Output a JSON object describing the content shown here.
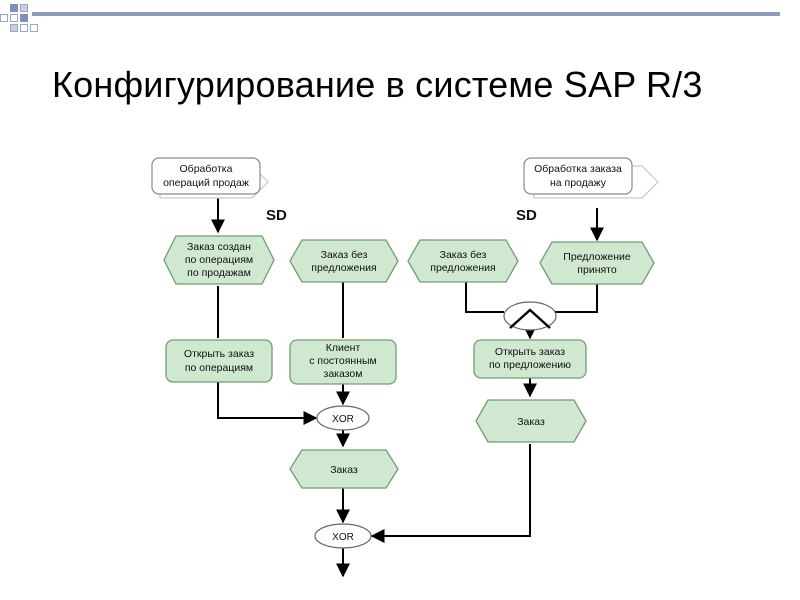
{
  "title": "Конфигурирование в системе SAP R/3",
  "diagram": {
    "process_left": [
      "Обработка",
      "операций продаж"
    ],
    "process_right": [
      "Обработка заказа",
      "на продажу"
    ],
    "sd_left": "SD",
    "sd_right": "SD",
    "event_order_created": [
      "Заказ создан",
      "по операциям",
      "по продажам"
    ],
    "event_no_offer_1": [
      "Заказ без",
      "предложения"
    ],
    "event_no_offer_2": [
      "Заказ без",
      "предложения"
    ],
    "event_offer_accepted": [
      "Предложение",
      "принято"
    ],
    "func_open_ops": [
      "Открыть заказ",
      "по операциям"
    ],
    "func_client": [
      "Клиент",
      "с постоянным",
      "заказом"
    ],
    "func_open_offer": [
      "Открыть заказ",
      "по предложению"
    ],
    "event_order_right": "Заказ",
    "event_order_center": "Заказ",
    "xor_1": "XOR",
    "xor_2": "XOR"
  }
}
